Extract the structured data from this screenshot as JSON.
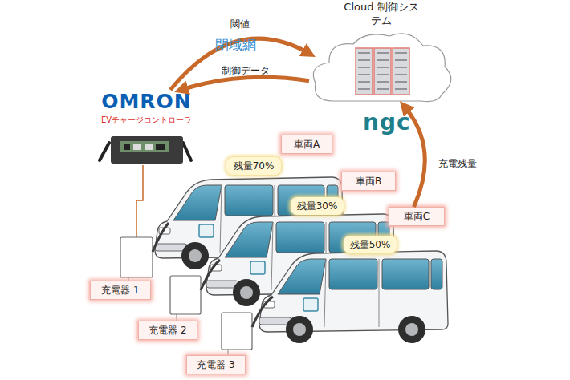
{
  "diagram": {
    "nodes": [
      {
        "text": [
          "Cloud 制御システム"
        ]
      },
      {
        "text": [
          "OMRON",
          "EVチャージコントローラ"
        ]
      },
      {
        "text": [
          "車両A"
        ]
      },
      {
        "text": [
          "残量70%"
        ]
      },
      {
        "text": [
          "車両B"
        ]
      },
      {
        "text": [
          "残量30%"
        ]
      },
      {
        "text": [
          "車両C"
        ]
      },
      {
        "text": [
          "残量50%"
        ]
      },
      {
        "text": [
          "充電器 1"
        ]
      },
      {
        "text": [
          "充電器 2"
        ]
      },
      {
        "text": [
          "充電器 3"
        ]
      }
    ],
    "edges": [
      {
        "from": 1,
        "to": 0,
        "label": "閾値",
        "arrow": "to"
      },
      {
        "from": 0,
        "to": 1,
        "label": "制御データ",
        "arrow": "to"
      },
      {
        "from": 6,
        "to": 0,
        "label": "充電残量",
        "arrow": "to"
      }
    ],
    "labels": [
      "閉域網",
      "ngc"
    ]
  }
}
